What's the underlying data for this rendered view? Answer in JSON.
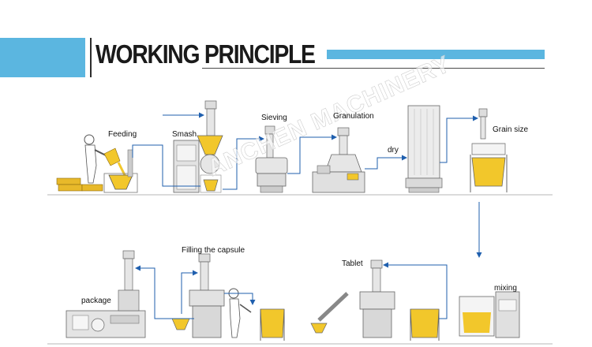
{
  "header": {
    "title": "WORKING PRINCIPLE",
    "accent_color": "#5bb6e0"
  },
  "watermark": "ANCHEN MACHINERY",
  "stages_top": [
    {
      "label": "Feeding"
    },
    {
      "label": "Smash"
    },
    {
      "label": "Sieving"
    },
    {
      "label": "Granulation"
    },
    {
      "label": "dry"
    },
    {
      "label": "Grain size"
    }
  ],
  "stages_bottom": [
    {
      "label": "package"
    },
    {
      "label": "Filling the capsule"
    },
    {
      "label": "Tablet"
    },
    {
      "label": "mixing"
    }
  ],
  "colors": {
    "flow_line": "#1f5fae",
    "powder": "#f2c72b",
    "machine": "#d9d9d9",
    "floor": "#cfcfcf"
  }
}
